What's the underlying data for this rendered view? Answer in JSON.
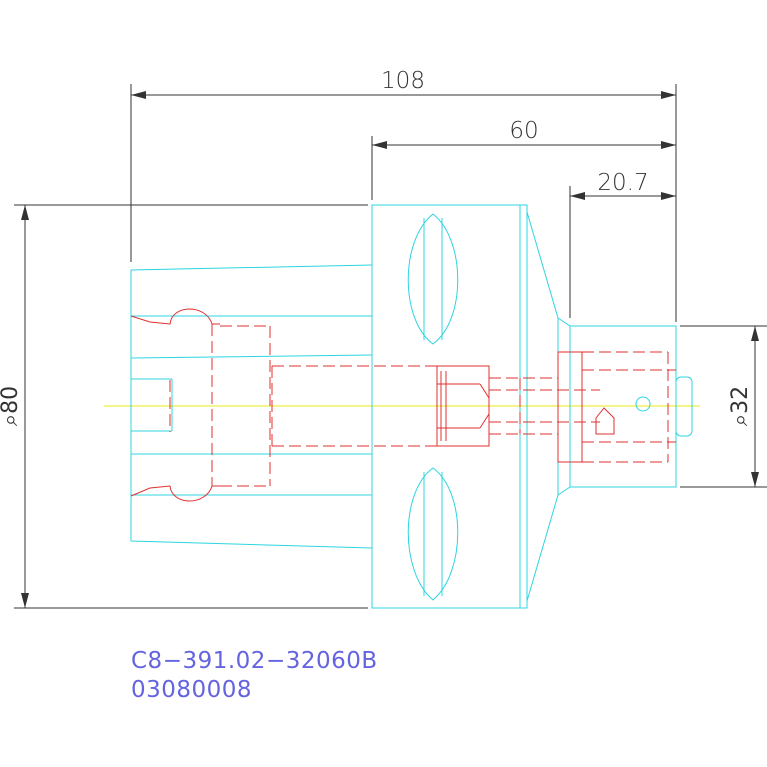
{
  "dimensions": {
    "overall_length": "108",
    "flange_to_end": "60",
    "shank_length": "20.7",
    "body_diameter": "⌕80",
    "shank_diameter": "⌕32"
  },
  "part_label": {
    "part_number": "C8−391.02−32060B",
    "item_code": "03080008"
  },
  "colors": {
    "outline": "#2ed4e0",
    "hidden": "#e03030",
    "centerline": "#e8e810",
    "dimension": "#333333",
    "label": "#6464e0"
  }
}
